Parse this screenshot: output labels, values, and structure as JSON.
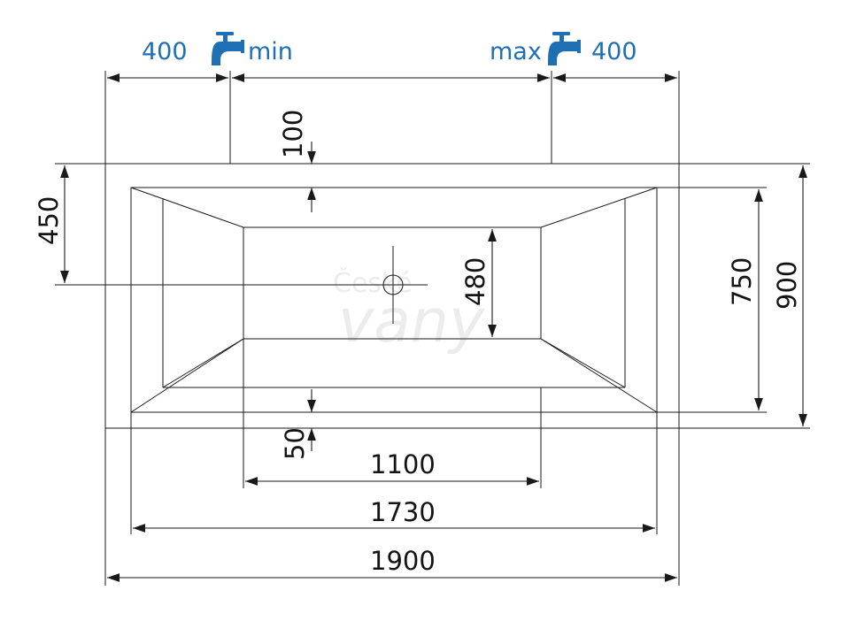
{
  "colors": {
    "line": "#1a1a1a",
    "accent": "#1f6fb5",
    "watermark": "#ececec"
  },
  "faucet_labels": {
    "left_offset": "400",
    "min": "min",
    "max": "max",
    "right_offset": "400"
  },
  "dimensions": {
    "rim_to_basin": "100",
    "drain_position": "450",
    "bottom_width": "480",
    "inner_width": "750",
    "outer_width": "900",
    "bottom_rim": "50",
    "bottom_length": "1100",
    "inner_length": "1730",
    "outer_length": "1900"
  },
  "watermark": {
    "line1": "České",
    "line2": "vany"
  },
  "icons": [
    "faucet-icon",
    "faucet-icon",
    "drain-icon"
  ]
}
